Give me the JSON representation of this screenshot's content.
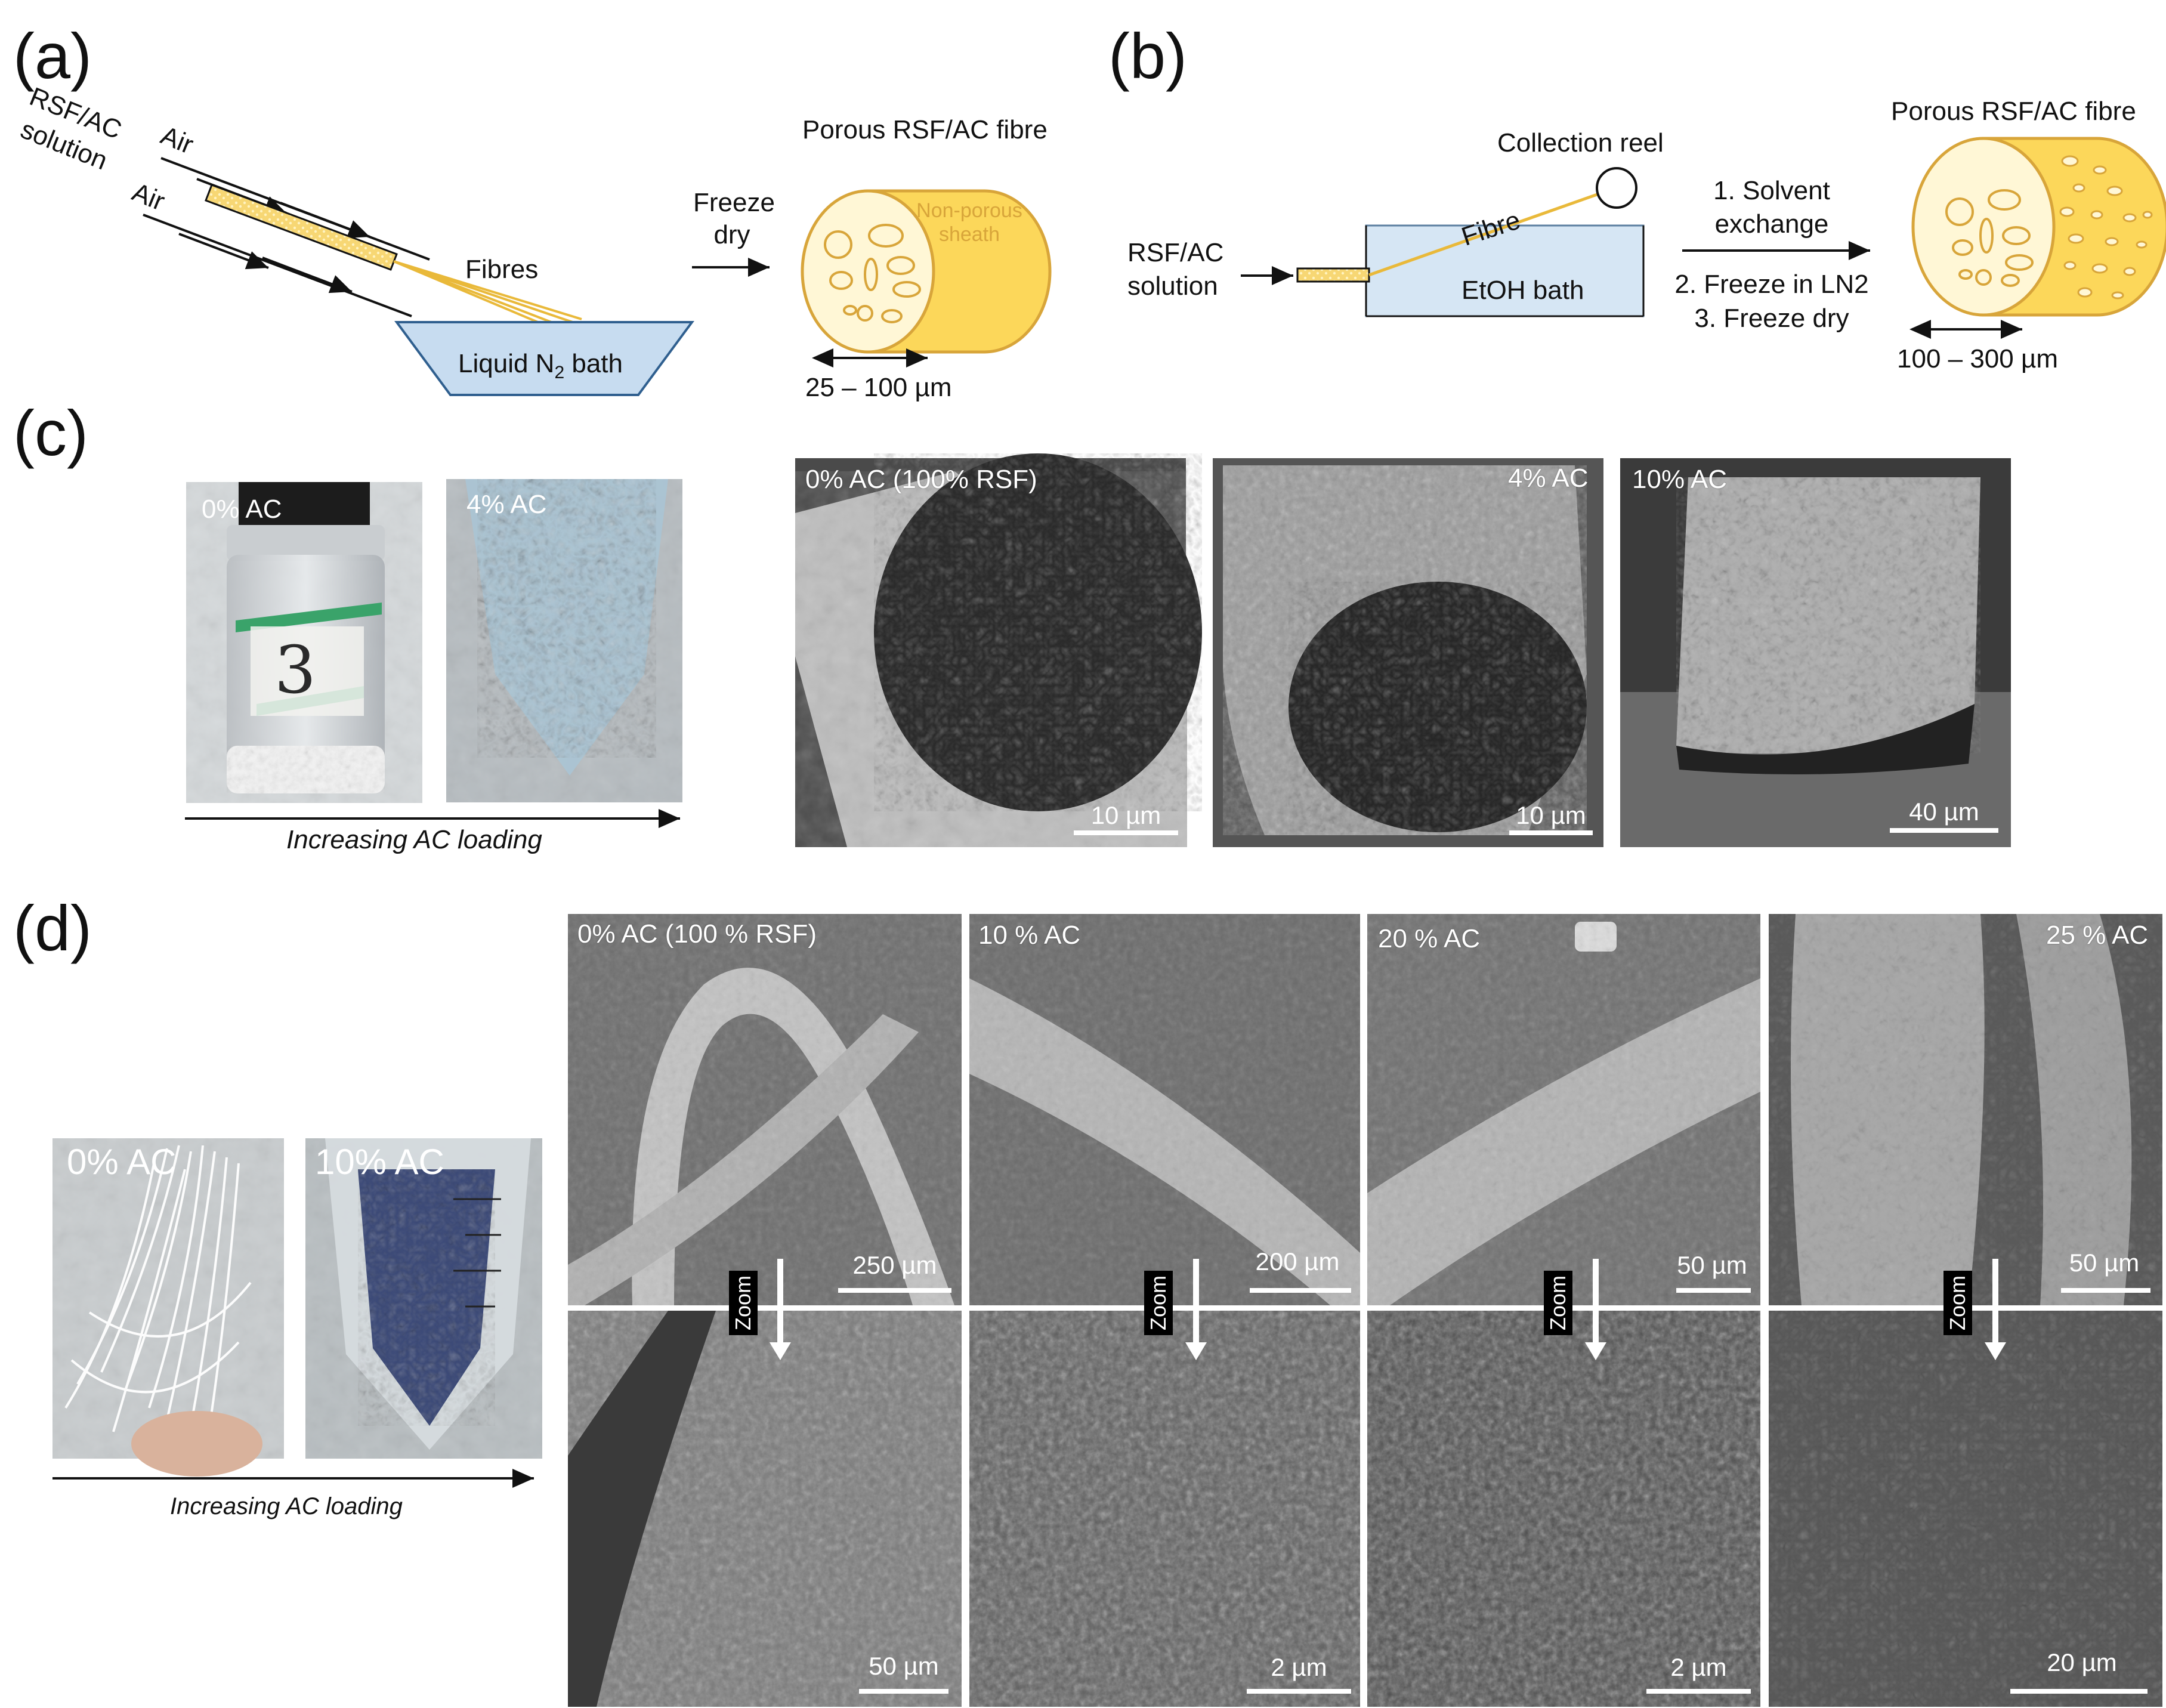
{
  "panels": {
    "a": {
      "letter": "(a)",
      "solution": "RSF/AC\nsolution",
      "solution_line1": "RSF/AC",
      "solution_line2": "solution",
      "air_top": "Air",
      "air_bottom": "Air",
      "fibres": "Fibres",
      "bath": "Liquid N",
      "bath_sub": "2",
      "bath_suffix": " bath",
      "step_line1": "Freeze",
      "step_line2": "dry",
      "product_title": "Porous RSF/AC fibre",
      "sheath_line1": "Non-porous",
      "sheath_line2": "sheath",
      "size_range": "25 – 100 µm"
    },
    "b": {
      "letter": "(b)",
      "solution_line1": "RSF/AC",
      "solution_line2": "solution",
      "reel": "Collection reel",
      "fibre": "Fibre",
      "bath": "EtOH bath",
      "step1_line1": "1. Solvent",
      "step1_line2": "exchange",
      "step2": "2. Freeze in LN2",
      "step3": "3. Freeze dry",
      "product_title": "Porous RSF/AC fibre",
      "size_range": "100 – 300 µm"
    },
    "c": {
      "letter": "(c)",
      "photos": [
        "0% AC",
        "4% AC"
      ],
      "vial_mark": "3",
      "arrow_label": "Increasing AC loading",
      "sem": [
        {
          "label": "0% AC (100% RSF)",
          "scale": "10 µm"
        },
        {
          "label": "4% AC",
          "scale": "10 µm"
        },
        {
          "label": "10% AC",
          "scale": "40 µm"
        }
      ]
    },
    "d": {
      "letter": "(d)",
      "photos": [
        "0% AC",
        "10% AC"
      ],
      "arrow_label": "Increasing AC loading",
      "zoom": "Zoom",
      "sem_top": [
        {
          "label": "0% AC (100 % RSF)",
          "scale": "250 µm"
        },
        {
          "label": "10 % AC",
          "scale": "200 µm"
        },
        {
          "label": "20 % AC",
          "scale": "50 µm"
        },
        {
          "label": "25 % AC",
          "scale": "50 µm"
        }
      ],
      "sem_bottom": [
        {
          "scale": "50 µm"
        },
        {
          "scale": "2 µm"
        },
        {
          "scale": "2 µm"
        },
        {
          "scale": "20 µm"
        }
      ]
    }
  },
  "colors": {
    "fibre_gold": "#e9b93a",
    "fibre_fill": "#fde68a",
    "fibre_face": "#fff7d6",
    "bath_blue": "#c7dcf0",
    "bath_edge": "#2f5f8f",
    "sem_bg": "#5a5a5a"
  }
}
